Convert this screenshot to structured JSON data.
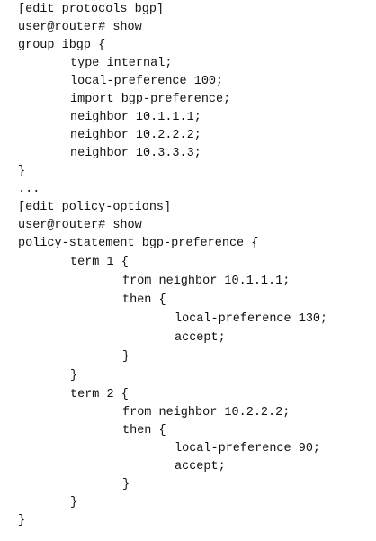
{
  "terminal": {
    "lines": [
      "[edit protocols bgp]",
      "user@router# show",
      "group ibgp {",
      "type internal;",
      "local-preference 100;",
      "import bgp-preference;",
      "neighbor 10.1.1.1;",
      "neighbor 10.2.2.2;",
      "neighbor 10.3.3.3;",
      "}",
      "...",
      "[edit policy-options]",
      "user@router# show",
      "policy-statement bgp-preference {",
      "term 1 {",
      "from neighbor 10.1.1.1;",
      "then {",
      "local-preference 130;",
      "accept;",
      "}",
      "}",
      "term 2 {",
      "from neighbor 10.2.2.2;",
      "then {",
      "local-preference 90;",
      "accept;",
      "}",
      "}",
      "}"
    ]
  }
}
